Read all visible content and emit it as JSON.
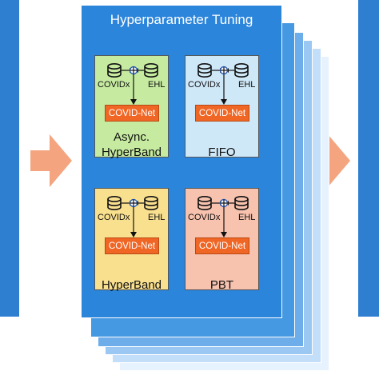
{
  "diagram": {
    "title": "Hyperparameter Tuning",
    "cards": [
      {
        "source_left": "COVIDx",
        "source_right": "EHL",
        "model": "COVID-Net",
        "name_line1": "Async.",
        "name_line2": "HyperBand",
        "color": "#c6eba0"
      },
      {
        "source_left": "COVIDx",
        "source_right": "EHL",
        "model": "COVID-Net",
        "name_line1": "",
        "name_line2": "FIFO",
        "color": "#cfe8f8"
      },
      {
        "source_left": "COVIDx",
        "source_right": "EHL",
        "model": "COVID-Net",
        "name_line1": "",
        "name_line2": "HyperBand",
        "color": "#f9e08f"
      },
      {
        "source_left": "COVIDx",
        "source_right": "EHL",
        "model": "COVID-Net",
        "name_line1": "",
        "name_line2": "PBT",
        "color": "#f7c2ae"
      }
    ],
    "colors": {
      "panel": "#2b85db",
      "side_panel": "#2f7fd0",
      "arrow": "#f4a580",
      "model_box": "#f06624"
    }
  }
}
